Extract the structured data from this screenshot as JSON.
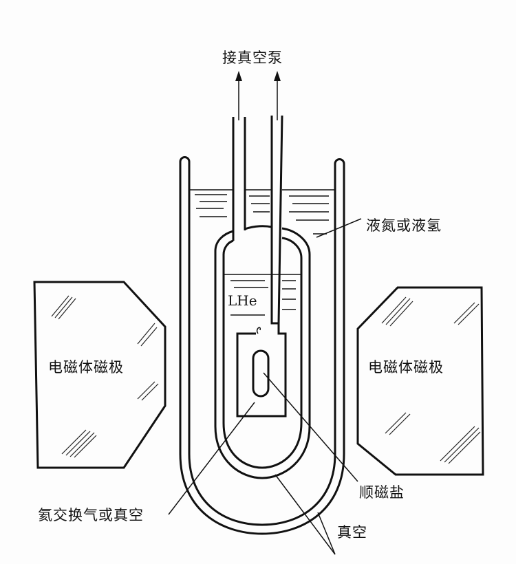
{
  "labels": {
    "pump": "接真空泵",
    "liquid_n2_h2": "液氮或液氢",
    "lhe": "LHe",
    "magnet_left": "电磁体磁极",
    "magnet_right": "电磁体磁极",
    "paramagnetic_salt": "顺磁盐",
    "exchange_gas": "氦交换气或真空",
    "vacuum": "真空"
  }
}
